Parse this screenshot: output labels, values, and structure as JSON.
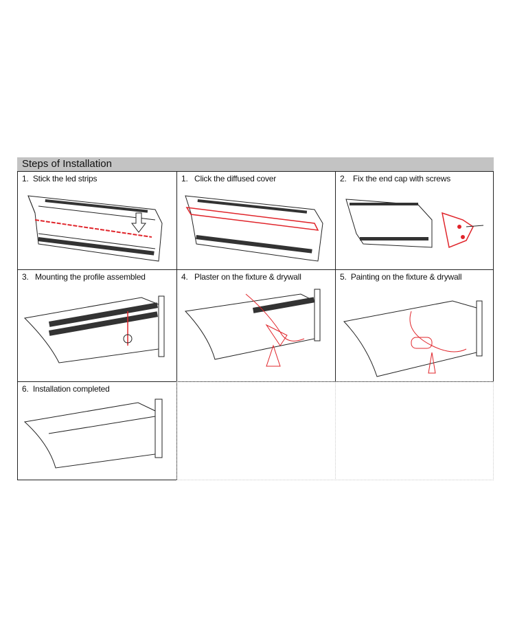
{
  "header": {
    "title": "Steps of Installation"
  },
  "steps": [
    {
      "label": "1.  Stick the led strips"
    },
    {
      "label": "1.   Click the diffused cover"
    },
    {
      "label": "2.   Fix the end cap with screws"
    },
    {
      "label": "3.   Mounting the profile assembled"
    },
    {
      "label": "4.   Plaster on the fixture & drywall"
    },
    {
      "label": "5.  Painting on the fixture & drywall"
    },
    {
      "label": "6.  Installation completed"
    }
  ],
  "colors": {
    "accent": "#e0242a",
    "line": "#222222",
    "header_bg": "#c3c3c3"
  }
}
